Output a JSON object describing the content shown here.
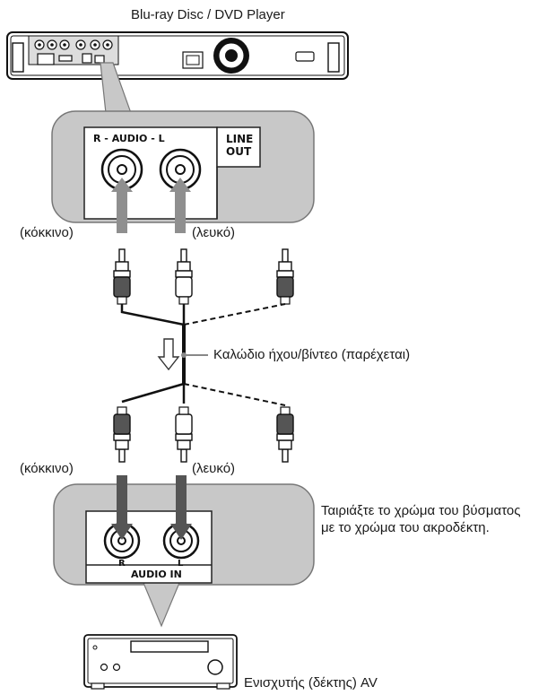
{
  "player_label": "Blu-ray Disc / DVD Player",
  "player_panel": {
    "audio_label": "R - AUDIO - L",
    "line_out_label_1": "LINE",
    "line_out_label_2": "OUT"
  },
  "cable": {
    "top_red_label": "(κόκκινο)",
    "top_white_label": "(λευκό)",
    "cable_label": "Καλώδιο ήχου/βίντεο (παρέχεται)",
    "bottom_red_label": "(κόκκινο)",
    "bottom_white_label": "(λευκό)"
  },
  "receiver_panel": {
    "r_label": "R",
    "l_label": "L",
    "audio_in_label": "AUDIO IN"
  },
  "note_line_1": "Ταιριάξτε το χρώμα του βύσματος",
  "note_line_2": "με το χρώμα του ακροδέκτη.",
  "receiver_label": "Ενισχυτής (δέκτης) AV",
  "colors": {
    "callout_gray": "#c8c8c8",
    "plug_dark": "#555555",
    "arrow_gray": "#8f8f8f"
  }
}
